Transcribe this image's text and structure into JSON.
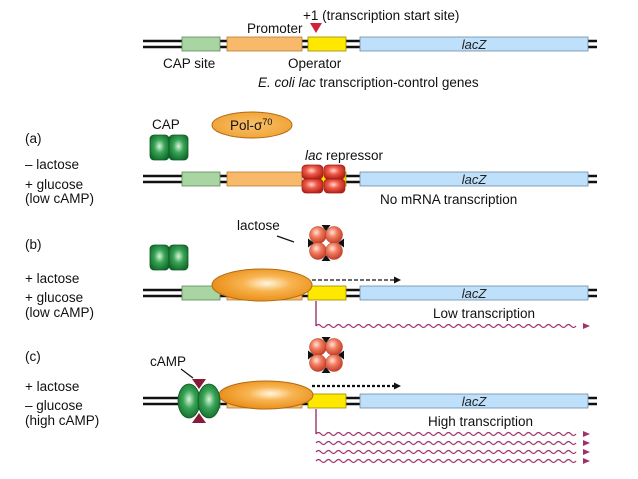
{
  "title": "E. coli lac transcription-control genes",
  "colors": {
    "dna": "#111111",
    "cap_site": "#a8d5a2",
    "promoter": "#f9b96b",
    "operator": "#ffe800",
    "lacz": "#bfe0fb",
    "cap_protein": "#1f8a3a",
    "polymerase": "#f6a53a",
    "repressor": "#e8453a",
    "tss_marker": "#d0243a",
    "mrna": "#a0306e",
    "camp": "#8a1a3a"
  },
  "header": {
    "tss_label": "+1 (transcription start site)",
    "promoter_label": "Promoter",
    "cap_site_label": "CAP site",
    "operator_label": "Operator",
    "gene_label": "lacZ",
    "caption_italic": "E. coli lac",
    "caption_rest": " transcription-control genes"
  },
  "legend": {
    "cap_label": "CAP",
    "pol_label": "Pol-σ",
    "pol_superscript": "70",
    "repressor_italic": "lac",
    "repressor_rest": " repressor",
    "lactose_label": "lactose",
    "camp_label": "cAMP"
  },
  "panels": [
    {
      "id": "a",
      "label": "(a)",
      "conditions": [
        "– lactose",
        "+ glucose",
        "(low cAMP)"
      ],
      "gene_label": "lacZ",
      "outcome": "No mRNA transcription",
      "mrna_count": 0
    },
    {
      "id": "b",
      "label": "(b)",
      "conditions": [
        "+ lactose",
        "+  glucose",
        "(low cAMP)"
      ],
      "gene_label": "lacZ",
      "outcome": "Low transcription",
      "mrna_count": 1
    },
    {
      "id": "c",
      "label": "(c)",
      "conditions": [
        "+ lactose",
        "– glucose",
        "(high cAMP)"
      ],
      "gene_label": "lacZ",
      "outcome": "High transcription",
      "mrna_count": 4
    }
  ]
}
